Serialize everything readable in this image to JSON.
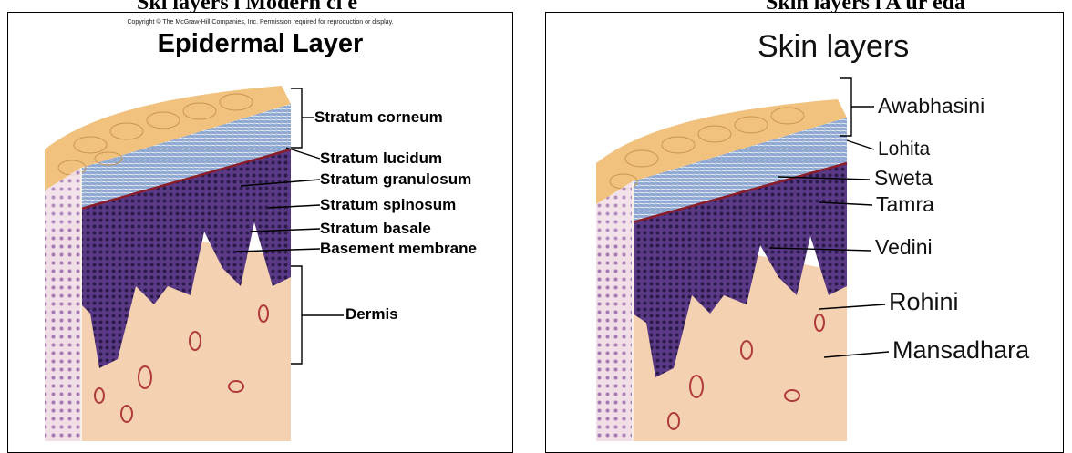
{
  "cut_captions": {
    "left": "Ski   layers   i  Modern   ci  e",
    "right": "  Skin   layers   i   A  ur  eda"
  },
  "left_panel": {
    "copyright": "Copyright © The McGraw-Hill Companies, Inc. Permission required for reproduction or display.",
    "title": "Epidermal Layer",
    "labels": [
      "Stratum corneum",
      "Stratum lucidum",
      "Stratum granulosum",
      "Stratum spinosum",
      "Stratum basale",
      "Basement membrane",
      "Dermis"
    ]
  },
  "right_panel": {
    "title": "Skin layers",
    "labels": [
      "Awabhasini",
      "Lohita",
      "Sweta",
      "Tamra",
      "Vedini",
      "Rohini",
      "Mansadhara"
    ]
  },
  "colors": {
    "corneum": "#f0c27e",
    "lucidum_blue": "#7f9ac8",
    "epidermis_purple": "#4c2a72",
    "dermis": "#f4cfae",
    "border": "#000000"
  }
}
